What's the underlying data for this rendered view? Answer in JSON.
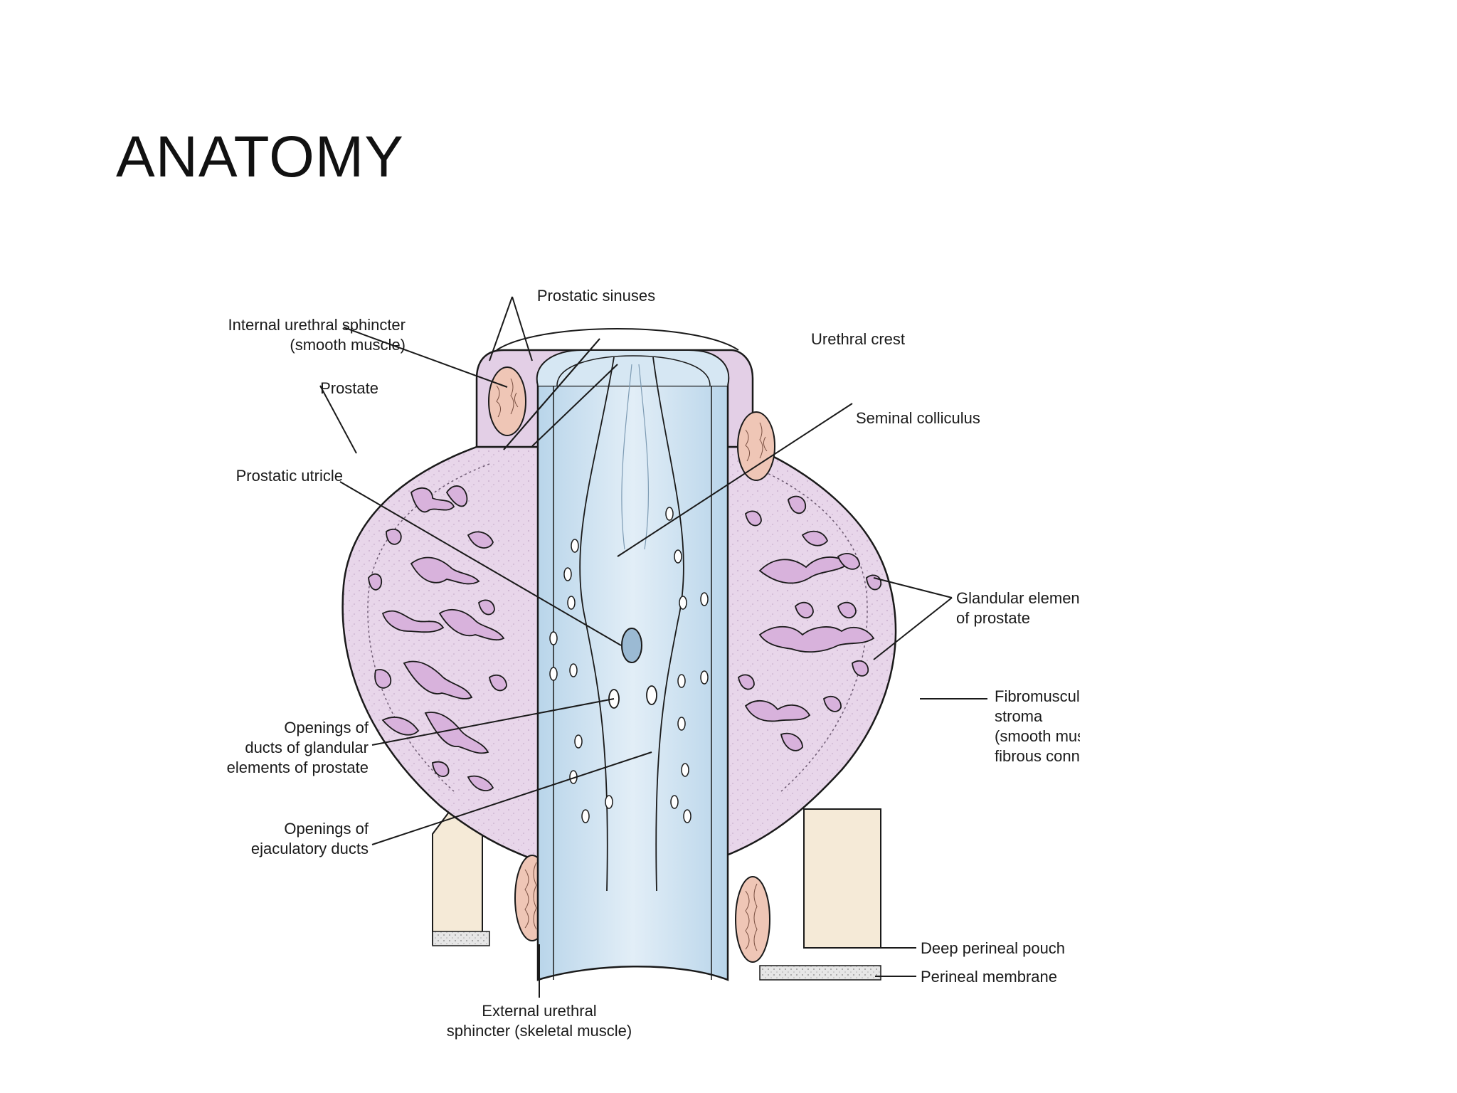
{
  "slide": {
    "title": "ANATOMY"
  },
  "figure": {
    "labels": {
      "prostatic_sinuses": "Prostatic sinuses",
      "internal_sphincter_1": "Internal urethral sphincter",
      "internal_sphincter_2": "(smooth muscle)",
      "urethral_crest": "Urethral crest",
      "prostate": "Prostate",
      "seminal_colliculus": "Seminal colliculus",
      "prostatic_utricle": "Prostatic utricle",
      "glandular_1": "Glandular elements",
      "glandular_2": "of prostate",
      "fibromuscular_1": "Fibromuscular",
      "fibromuscular_2": "stroma",
      "fibromuscular_3": "(smooth muscle and",
      "fibromuscular_4": "fibrous connective tissue)",
      "duct_openings_1": "Openings of",
      "duct_openings_2": "ducts of glandular",
      "duct_openings_3": "elements of prostate",
      "ejaculatory_1": "Openings of",
      "ejaculatory_2": "ejaculatory ducts",
      "deep_perineal_pouch": "Deep perineal pouch",
      "perineal_membrane": "Perineal membrane",
      "external_sphincter_1": "External urethral",
      "external_sphincter_2": "sphincter (skeletal muscle)"
    },
    "colors": {
      "prostate_tissue": "#e8d6ea",
      "gland_lumen": "#d8b2dc",
      "urethra": "#cfe3f1",
      "sphincter_muscle": "#efc6b6",
      "pouch": "#f5ead7",
      "outline": "#1a1a1a"
    }
  }
}
